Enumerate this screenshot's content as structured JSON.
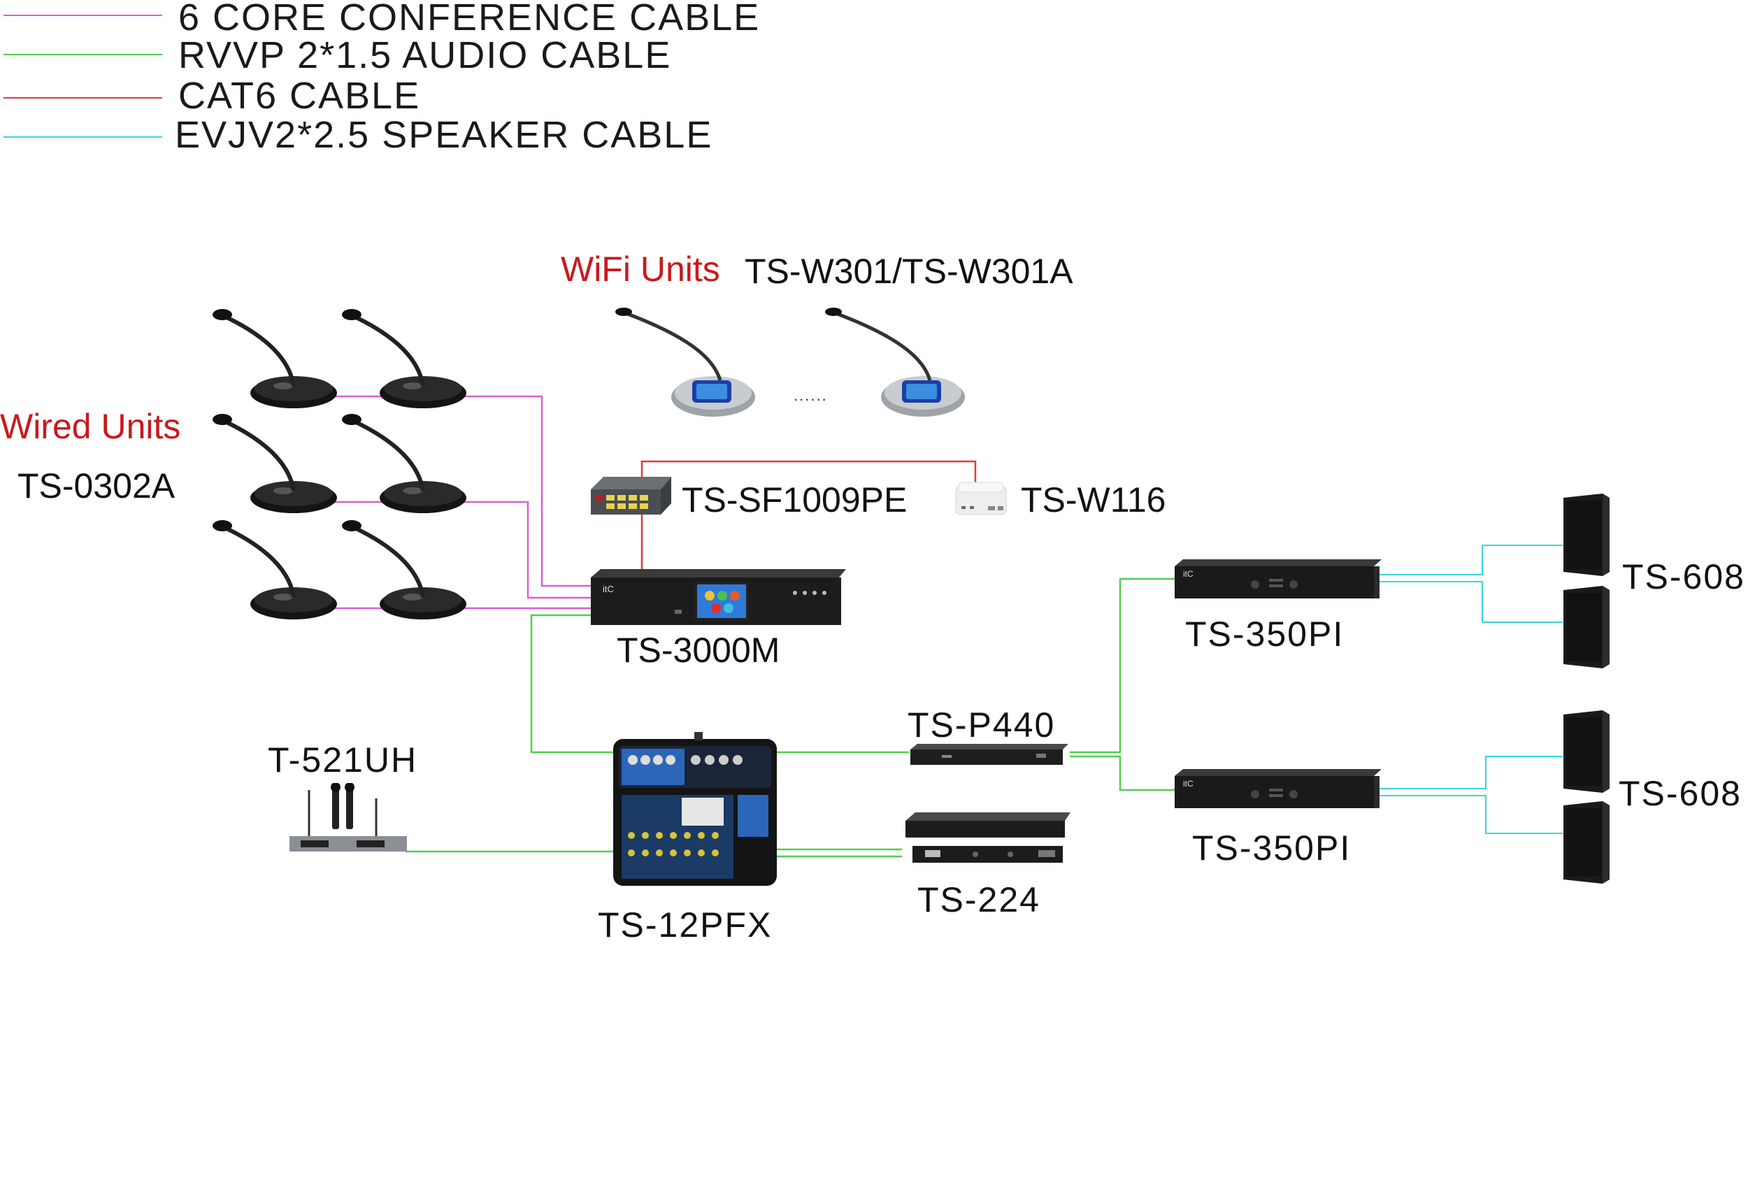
{
  "legend": [
    {
      "label": "6 CORE CONFERENCE CABLE",
      "color": "#d95fd0"
    },
    {
      "label": "RVVP 2*1.5 AUDIO CABLE",
      "color": "#4fd04f"
    },
    {
      "label": "CAT6 CABLE",
      "color": "#e03a3a"
    },
    {
      "label": "EVJV2*2.5 SPEAKER CABLE",
      "color": "#38d6d6"
    }
  ],
  "headings": {
    "wifi_units": "WiFi Units",
    "wifi_models": "TS-W301/TS-W301A",
    "wired_units": "Wired Units",
    "wired_model": "TS-0302A",
    "ellipsis": "......"
  },
  "devices": {
    "switch": "TS-SF1009PE",
    "wifi_ap": "TS-W116",
    "main_unit": "TS-3000M",
    "amp_top": "TS-350PI",
    "amp_bottom": "TS-350PI",
    "speaker_top": "TS-608",
    "speaker_bottom": "TS-608",
    "processor": "TS-P440",
    "feedback_suppressor": "TS-224",
    "mixer": "TS-12PFX",
    "wireless_mic": "T-521UH"
  },
  "brand_mark": "itC"
}
